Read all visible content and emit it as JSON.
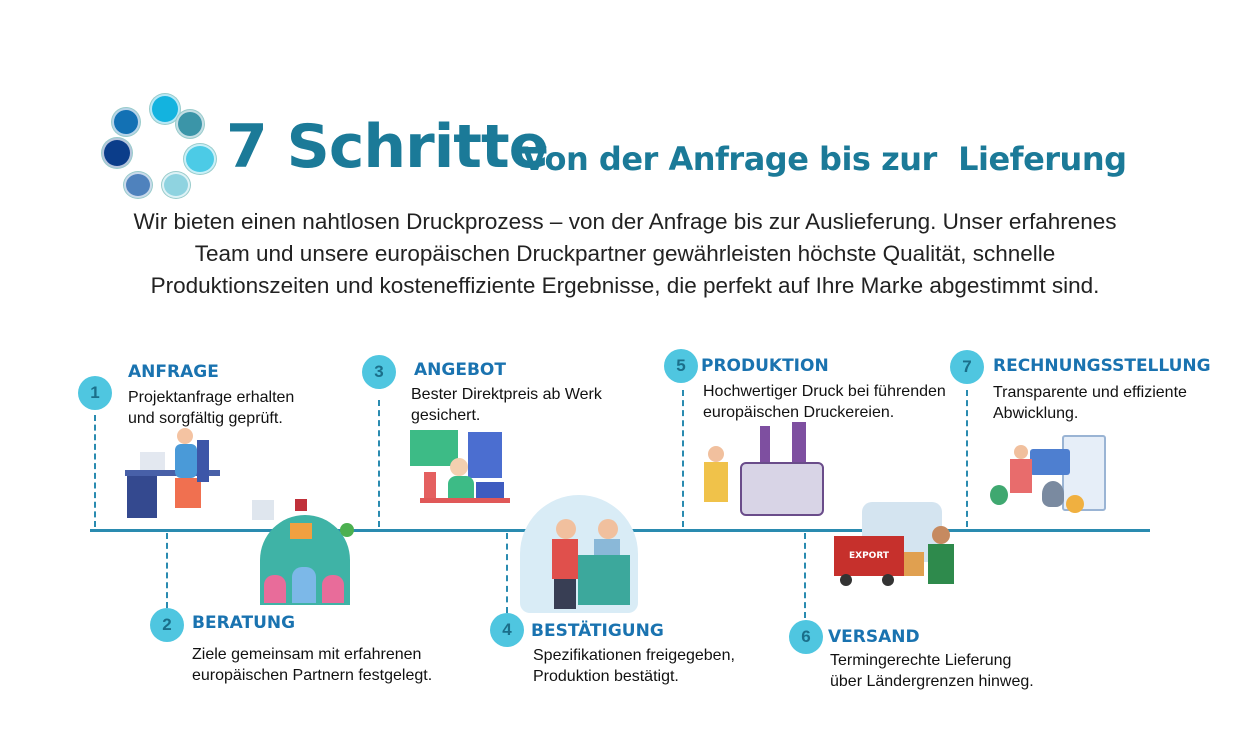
{
  "header": {
    "title": "7 Schritte",
    "subtitle": "Von der Anfrage bis zur  Lieferung"
  },
  "intro": "Wir bieten einen nahtlosen Druckprozess – von der Anfrage bis zur Auslieferung. Unser erfahrenes Team und unsere europäischen Druckpartner gewährleisten höchste Qualität, schnelle Produktionszeiten und kosteneffiziente Ergebnisse, die perfekt auf Ihre Marke abgestimmt sind.",
  "colors": {
    "title": "#1b7a98",
    "step_title": "#1a73b0",
    "circle": "#4fc6e0",
    "line": "#2a8bb0"
  },
  "steps": [
    {
      "number": "1",
      "title": "ANFRAGE",
      "text": "Projektanfrage erhalten\nund sorgfältig geprüft."
    },
    {
      "number": "2",
      "title": "BERATUNG",
      "text": "Ziele gemeinsam mit erfahrenen\neuropäischen Partnern festgelegt."
    },
    {
      "number": "3",
      "title": "ANGEBOT",
      "text": "Bester Direktpreis ab Werk\ngesichert."
    },
    {
      "number": "4",
      "title": "BESTÄTIGUNG",
      "text": "Spezifikationen freigegeben,\nProduktion bestätigt."
    },
    {
      "number": "5",
      "title": "PRODUKTION",
      "text": "Hochwertiger Druck bei führenden\neuropäischen Druckereien."
    },
    {
      "number": "6",
      "title": "VERSAND",
      "text": "Termingerechte Lieferung\nüber Ländergrenzen hinweg."
    },
    {
      "number": "7",
      "title": "RECHNUNGSSTELLUNG",
      "text": "Transparente und effiziente\nAbwicklung."
    }
  ],
  "illustrations": {
    "truck_label": "EXPORT"
  }
}
